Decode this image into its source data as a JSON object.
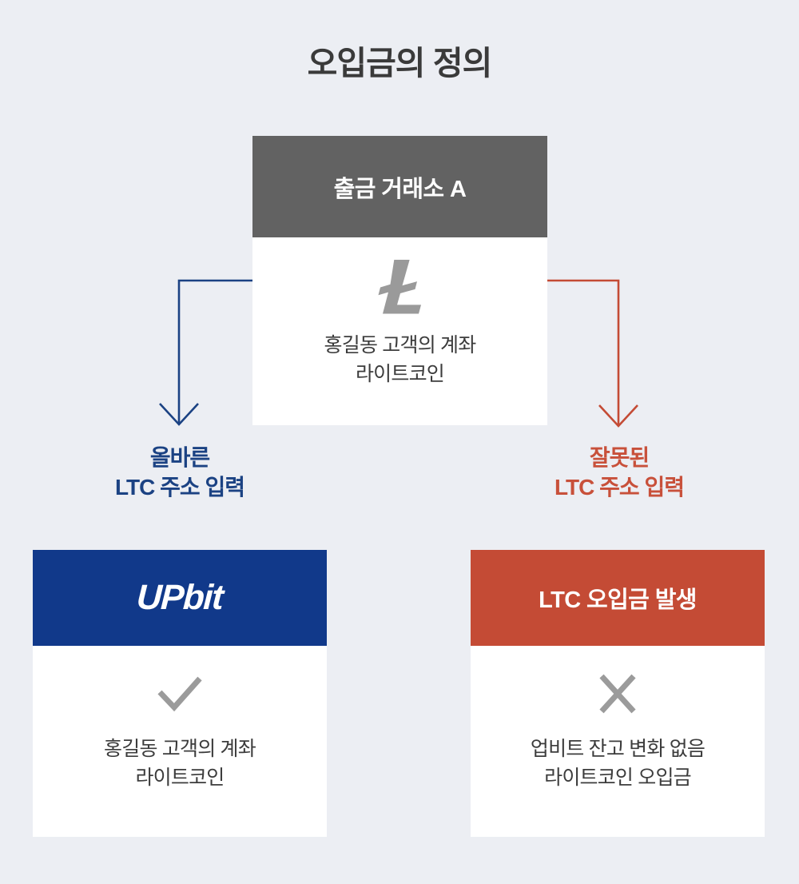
{
  "page": {
    "title": "오입금의 정의",
    "background_color": "#ECEEF3"
  },
  "colors": {
    "title_text": "#3A3A3A",
    "gray_header": "#626262",
    "navy": "#11398A",
    "navy_text": "#1B4283",
    "red": "#C44B35",
    "red_text": "#C8503A",
    "card_background": "#FFFFFF",
    "body_text": "#3C3C3C",
    "icon_gray": "#9B9B9B",
    "ltc_gray": "#9A9A9A"
  },
  "source_card": {
    "header": "출금 거래소 A",
    "icon": "litecoin-icon",
    "lines": [
      "홍길동 고객의 계좌",
      "라이트코인"
    ]
  },
  "branches": [
    {
      "id": "correct",
      "label_lines": [
        "올바른",
        "LTC 주소 입력"
      ],
      "arrow_color": "#1B4283",
      "card": {
        "header_type": "logo",
        "header": "UPbit",
        "icon": "check-icon",
        "lines": [
          "홍길동 고객의 계좌",
          "라이트코인"
        ]
      }
    },
    {
      "id": "wrong",
      "label_lines": [
        "잘못된",
        "LTC 주소 입력"
      ],
      "arrow_color": "#C44B35",
      "card": {
        "header_type": "text",
        "header": "LTC 오입금 발생",
        "icon": "x-icon",
        "lines": [
          "업비트 잔고 변화 없음",
          "라이트코인 오입금"
        ]
      }
    }
  ]
}
